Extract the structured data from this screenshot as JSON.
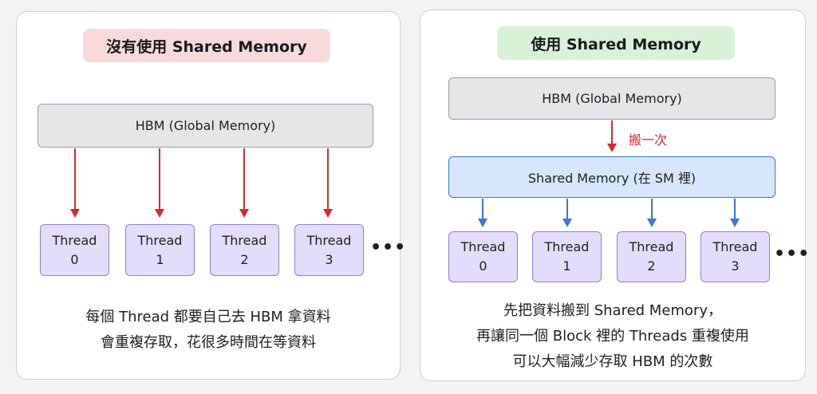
{
  "left": {
    "tag": "沒有使用 Shared Memory",
    "hbm": "HBM (Global Memory)",
    "threads": [
      {
        "label": "Thread",
        "index": "0"
      },
      {
        "label": "Thread",
        "index": "1"
      },
      {
        "label": "Thread",
        "index": "2"
      },
      {
        "label": "Thread",
        "index": "3"
      }
    ],
    "ellipsis": "•••",
    "caption": [
      "每個 Thread 都要自己去 HBM 拿資料",
      "會重複存取，花很多時間在等資料"
    ]
  },
  "right": {
    "tag": "使用 Shared Memory",
    "hbm": "HBM (Global Memory)",
    "move_note": "搬一次",
    "shared": "Shared Memory (在 SM 裡)",
    "threads": [
      {
        "label": "Thread",
        "index": "0"
      },
      {
        "label": "Thread",
        "index": "1"
      },
      {
        "label": "Thread",
        "index": "2"
      },
      {
        "label": "Thread",
        "index": "3"
      }
    ],
    "ellipsis": "•••",
    "caption": [
      "先把資料搬到 Shared Memory，",
      "再讓同一個 Block 裡的 Threads 重複使用",
      "可以大幅減少存取 HBM 的次數"
    ]
  },
  "colors": {
    "red_arrow": "#d62b2b",
    "blue_arrow": "#3b78d8",
    "left_tag_bg": "#f8dada",
    "right_tag_bg": "#d8f2d7"
  }
}
